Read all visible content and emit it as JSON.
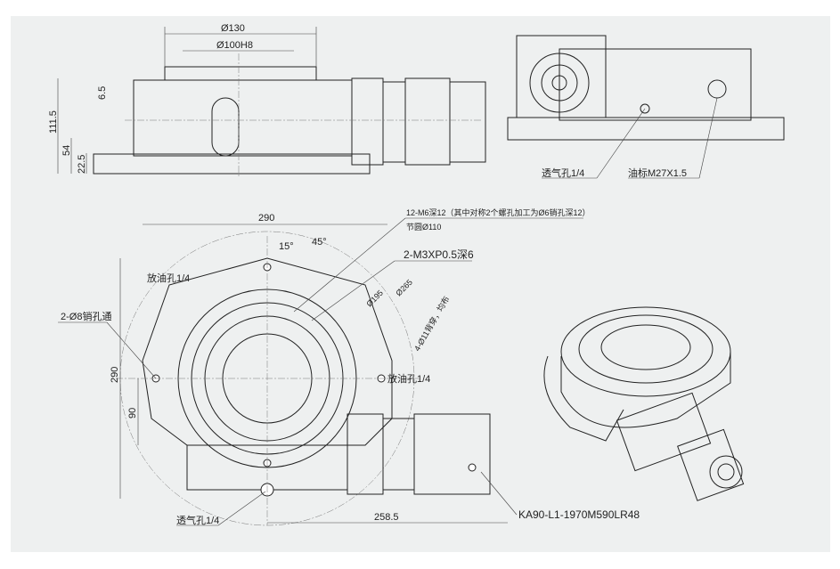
{
  "front_view": {
    "dim_d130": "Ø130",
    "dim_d100h8": "Ø100H8",
    "dim_6_5": "6.5",
    "dim_111_5": "111.5",
    "dim_54": "54",
    "dim_22_5": "22.5"
  },
  "side_view": {
    "vent_hole": "透气孔1/4",
    "oil_gauge": "油标M27X1.5"
  },
  "top_view": {
    "dim_290_w": "290",
    "dim_290_h": "290",
    "dim_90": "90",
    "dim_258_5": "258.5",
    "angle_15": "15°",
    "angle_45": "45°",
    "note_m6": "12-M6深12（其中对称2个螺孔加工为Ø6销孔深12）",
    "note_pitch": "节圆Ø110",
    "note_m3": "2-M3XP0.5深6",
    "dim_d195": "Ø195",
    "dim_d265": "Ø265",
    "note_d11": "4-Ø11背穿，均布",
    "pin_hole": "2-Ø8销孔通",
    "oil_fill_left": "放油孔1/4",
    "oil_drain_right": "放油孔1/4",
    "vent_hole": "透气孔1/4",
    "model": "KA90-L1-1970M590LR48"
  }
}
